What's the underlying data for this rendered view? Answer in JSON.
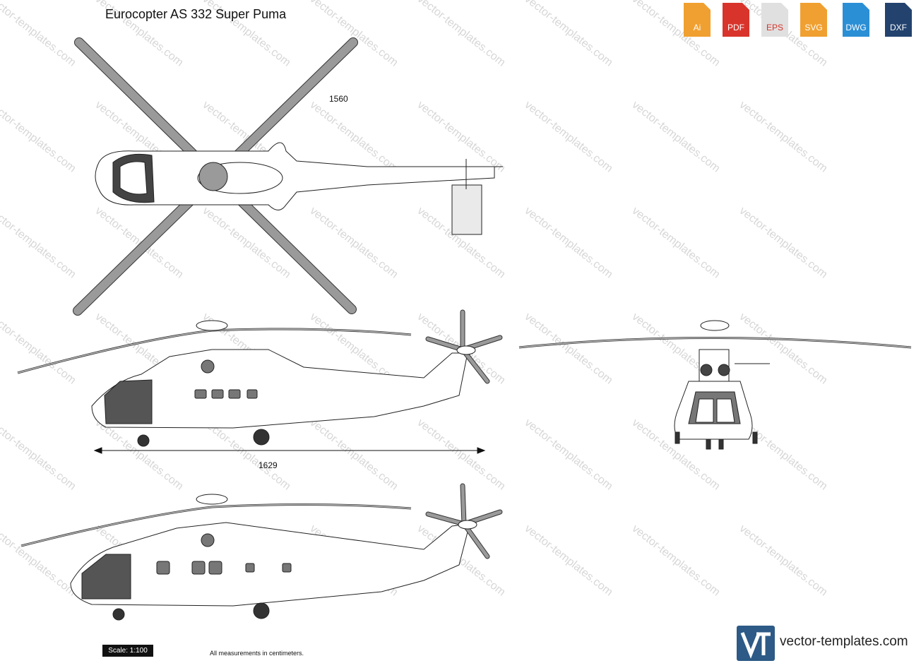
{
  "title": "Eurocopter AS 332 Super Puma",
  "formats": [
    {
      "label": "Ai",
      "color": "#f0a030"
    },
    {
      "label": "PDF",
      "color": "#d9342b"
    },
    {
      "label": "EPS",
      "color": "#e0e0e0"
    },
    {
      "label": "SVG",
      "color": "#f0a030"
    },
    {
      "label": "DWG",
      "color": "#2b8fd6"
    },
    {
      "label": "DXF",
      "color": "#23426e"
    }
  ],
  "dimensions": {
    "rotor_span": "1560",
    "length": "1629"
  },
  "scale_label": "Scale: 1:100",
  "note": "All measurements in centimeters.",
  "watermark": "vector-templates.com",
  "brand": {
    "logo_text": "VT",
    "site": "vector-templates.com"
  }
}
